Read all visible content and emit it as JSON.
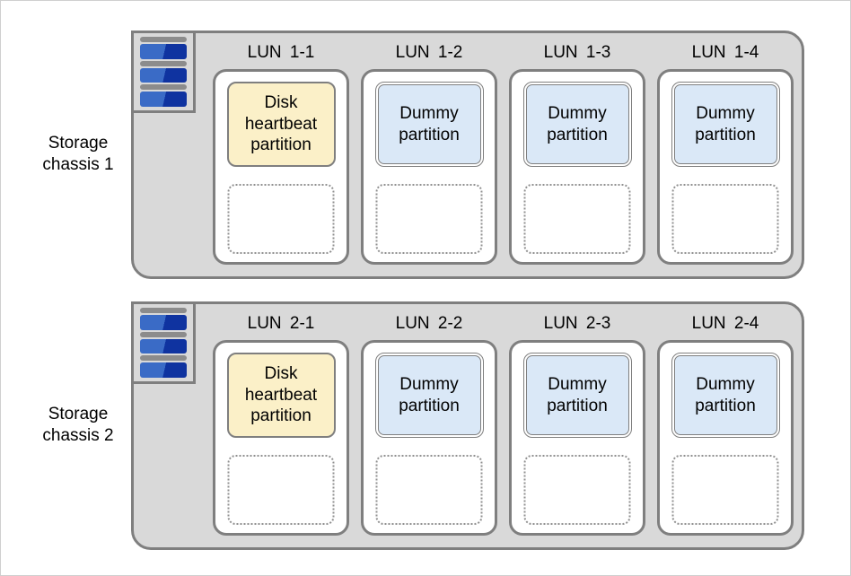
{
  "colors": {
    "canvas_border": "#cfcfcf",
    "chassis_fill": "#d9d9d9",
    "outline_gray": "#7f7f7f",
    "heartbeat_fill": "#fbf0c8",
    "dummy_fill": "#dae8f7",
    "empty_slot_dotted_border": "#909090",
    "disk_bar_gray": "#8c8c8c",
    "disk_bar_blue_light": "#3a6bc6",
    "disk_bar_blue_dark": "#0f33a0"
  },
  "chassis": [
    {
      "label": "Storage\nchassis 1",
      "icon": "disk-array-icon",
      "luns": [
        {
          "label": "LUN 1-1",
          "partition": {
            "type": "disk-heartbeat",
            "label": "Disk\nheartbeat\npartition"
          },
          "empty_slot": true
        },
        {
          "label": "LUN 1-2",
          "partition": {
            "type": "dummy",
            "label": "Dummy\npartition"
          },
          "empty_slot": true
        },
        {
          "label": "LUN 1-3",
          "partition": {
            "type": "dummy",
            "label": "Dummy\npartition"
          },
          "empty_slot": true
        },
        {
          "label": "LUN 1-4",
          "partition": {
            "type": "dummy",
            "label": "Dummy\npartition"
          },
          "empty_slot": true
        }
      ]
    },
    {
      "label": "Storage\nchassis 2",
      "icon": "disk-array-icon",
      "luns": [
        {
          "label": "LUN 2-1",
          "partition": {
            "type": "disk-heartbeat",
            "label": "Disk\nheartbeat\npartition"
          },
          "empty_slot": true
        },
        {
          "label": "LUN 2-2",
          "partition": {
            "type": "dummy",
            "label": "Dummy\npartition"
          },
          "empty_slot": true
        },
        {
          "label": "LUN 2-3",
          "partition": {
            "type": "dummy",
            "label": "Dummy\npartition"
          },
          "empty_slot": true
        },
        {
          "label": "LUN 2-4",
          "partition": {
            "type": "dummy",
            "label": "Dummy\npartition"
          },
          "empty_slot": true
        }
      ]
    }
  ]
}
